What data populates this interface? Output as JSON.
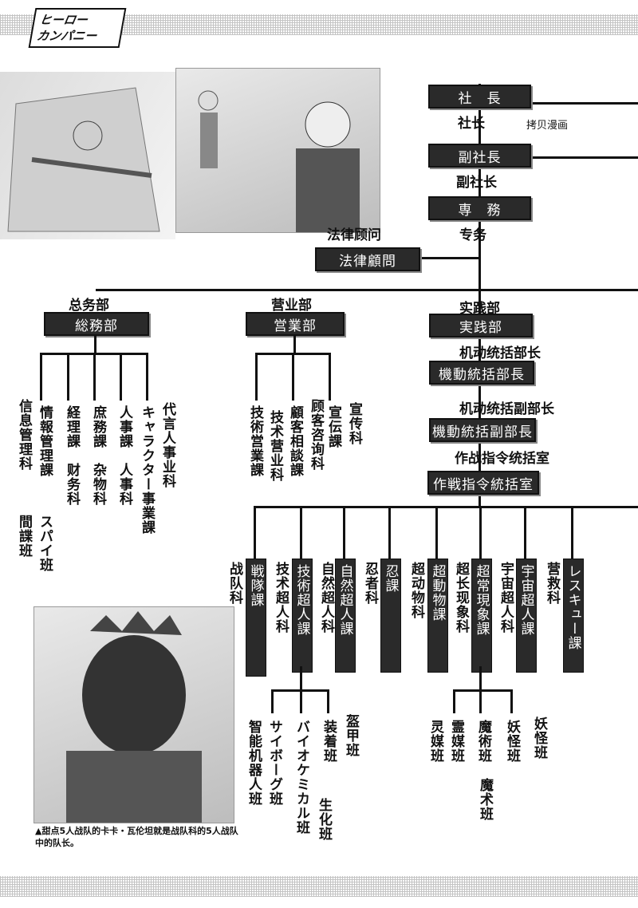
{
  "header": {
    "logo_line1": "ヒーロー",
    "logo_line2": "カンパニー"
  },
  "credit": "拷贝漫画",
  "top": {
    "president": {
      "jp": "社　長",
      "cn": "社长"
    },
    "vice_president": {
      "jp": "副社長",
      "cn": "副社长"
    },
    "director": {
      "jp": "専　務",
      "cn": "专务"
    },
    "legal": {
      "jp": "法律顧問",
      "cn": "法律顾问"
    }
  },
  "departments": {
    "general": {
      "jp": "総務部",
      "cn": "总务部",
      "sections": [
        {
          "jp": "情報管理課",
          "sub": "信息管理科",
          "sub2": "間諜班",
          "extra_jp": "スパイ班"
        },
        {
          "jp": "経理課",
          "cn": "财务科"
        },
        {
          "jp": "庶務課",
          "cn": "杂物科"
        },
        {
          "jp": "人事課",
          "cn": "人事科"
        },
        {
          "jp": "キャラクター事業課",
          "cn": "代言人事业科"
        }
      ]
    },
    "sales": {
      "jp": "営業部",
      "cn": "营业部",
      "sections": [
        {
          "jp": "技術営業課",
          "cn": "技术营业科"
        },
        {
          "jp": "顧客相談課",
          "cn": "顾客咨询科"
        },
        {
          "jp": "宣伝課",
          "cn": "宣传科"
        }
      ]
    },
    "practice": {
      "jp": "実践部",
      "cn": "实践部",
      "chief": {
        "jp": "機動統括部長",
        "cn": "机动统括部长"
      },
      "vice_chief": {
        "jp": "機動統括副部長",
        "cn": "机动统括副部长"
      },
      "command": {
        "jp": "作戦指令統括室",
        "cn": "作战指令统括室"
      },
      "sections": [
        {
          "jp": "戦隊課",
          "cn": "战队科"
        },
        {
          "jp": "技術超人課",
          "cn": "技术超人科"
        },
        {
          "jp": "自然超人課",
          "cn": "自然超人科"
        },
        {
          "jp": "忍課",
          "cn": "忍者科"
        },
        {
          "jp": "超動物課",
          "cn": "超动物科"
        },
        {
          "jp": "超常現象課",
          "cn": "超长现象科"
        },
        {
          "jp": "宇宙超人課",
          "cn": "宇宙超人科"
        },
        {
          "jp": "レスキュー課",
          "cn": "营救科"
        }
      ],
      "tech_teams": [
        {
          "jp": "サイボーグ班",
          "cn": "智能机器人班"
        },
        {
          "jp": "バイオケミカル班",
          "cn": "生化班"
        },
        {
          "jp": "装着班",
          "cn": "盔甲班"
        }
      ],
      "paranormal_teams": [
        {
          "jp": "霊媒班",
          "cn": "灵媒班"
        },
        {
          "jp": "魔術班",
          "cn": "魔术班"
        },
        {
          "jp": "妖怪班",
          "cn": "妖怪班"
        }
      ]
    }
  },
  "caption": "▲甜点5人战队的卡卡・瓦伦坦就是战队科的5人战队中的队长。"
}
